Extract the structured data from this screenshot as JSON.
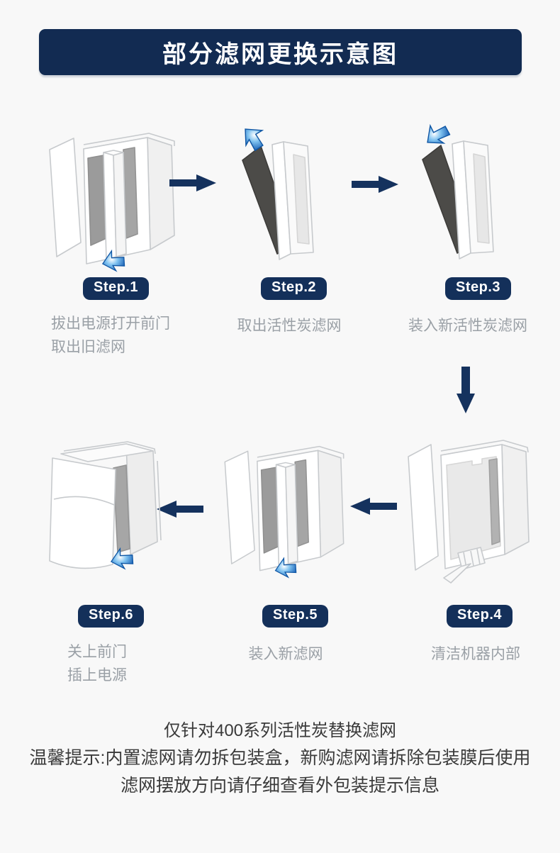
{
  "page": {
    "background": "#f8f8f8"
  },
  "colors": {
    "banner_navy": "#122b52",
    "badge_navy": "#14305a",
    "flow_arrow_navy": "#15325e",
    "caption_gray": "#9aa0a6",
    "note_gray": "#3a3a3a",
    "highlight_blue": "#1258b0",
    "carbon_filter_dark": "#4c4b48"
  },
  "banner": {
    "title": "部分滤网更换示意图"
  },
  "steps": [
    {
      "badge": "Step.1",
      "caption_lines": [
        "拔出电源打开前门",
        "取出旧滤网"
      ],
      "illustration": "open-front-door-pull-out-old-filter"
    },
    {
      "badge": "Step.2",
      "caption_lines": [
        "取出活性炭滤网"
      ],
      "illustration": "take-out-activated-carbon-filter"
    },
    {
      "badge": "Step.3",
      "caption_lines": [
        "装入新活性炭滤网"
      ],
      "illustration": "insert-new-activated-carbon-filter"
    },
    {
      "badge": "Step.4",
      "caption_lines": [
        "清洁机器内部"
      ],
      "illustration": "vacuum-clean-machine-inside"
    },
    {
      "badge": "Step.5",
      "caption_lines": [
        "装入新滤网"
      ],
      "illustration": "insert-new-filter"
    },
    {
      "badge": "Step.6",
      "caption_lines": [
        "关上前门",
        "插上电源"
      ],
      "illustration": "close-front-door-plug-in-power"
    }
  ],
  "flow_icons": {
    "right": "flow-arrow-right-icon",
    "left": "flow-arrow-left-icon",
    "down": "flow-arrow-down-icon",
    "highlight": "glow-cursor-arrow-icon"
  },
  "notes": {
    "line1": "仅针对400系列活性炭替换滤网",
    "line2": "温馨提示:内置滤网请勿拆包装盒，新购滤网请拆除包装膜后使用",
    "line3": "滤网摆放方向请仔细查看外包装提示信息"
  }
}
